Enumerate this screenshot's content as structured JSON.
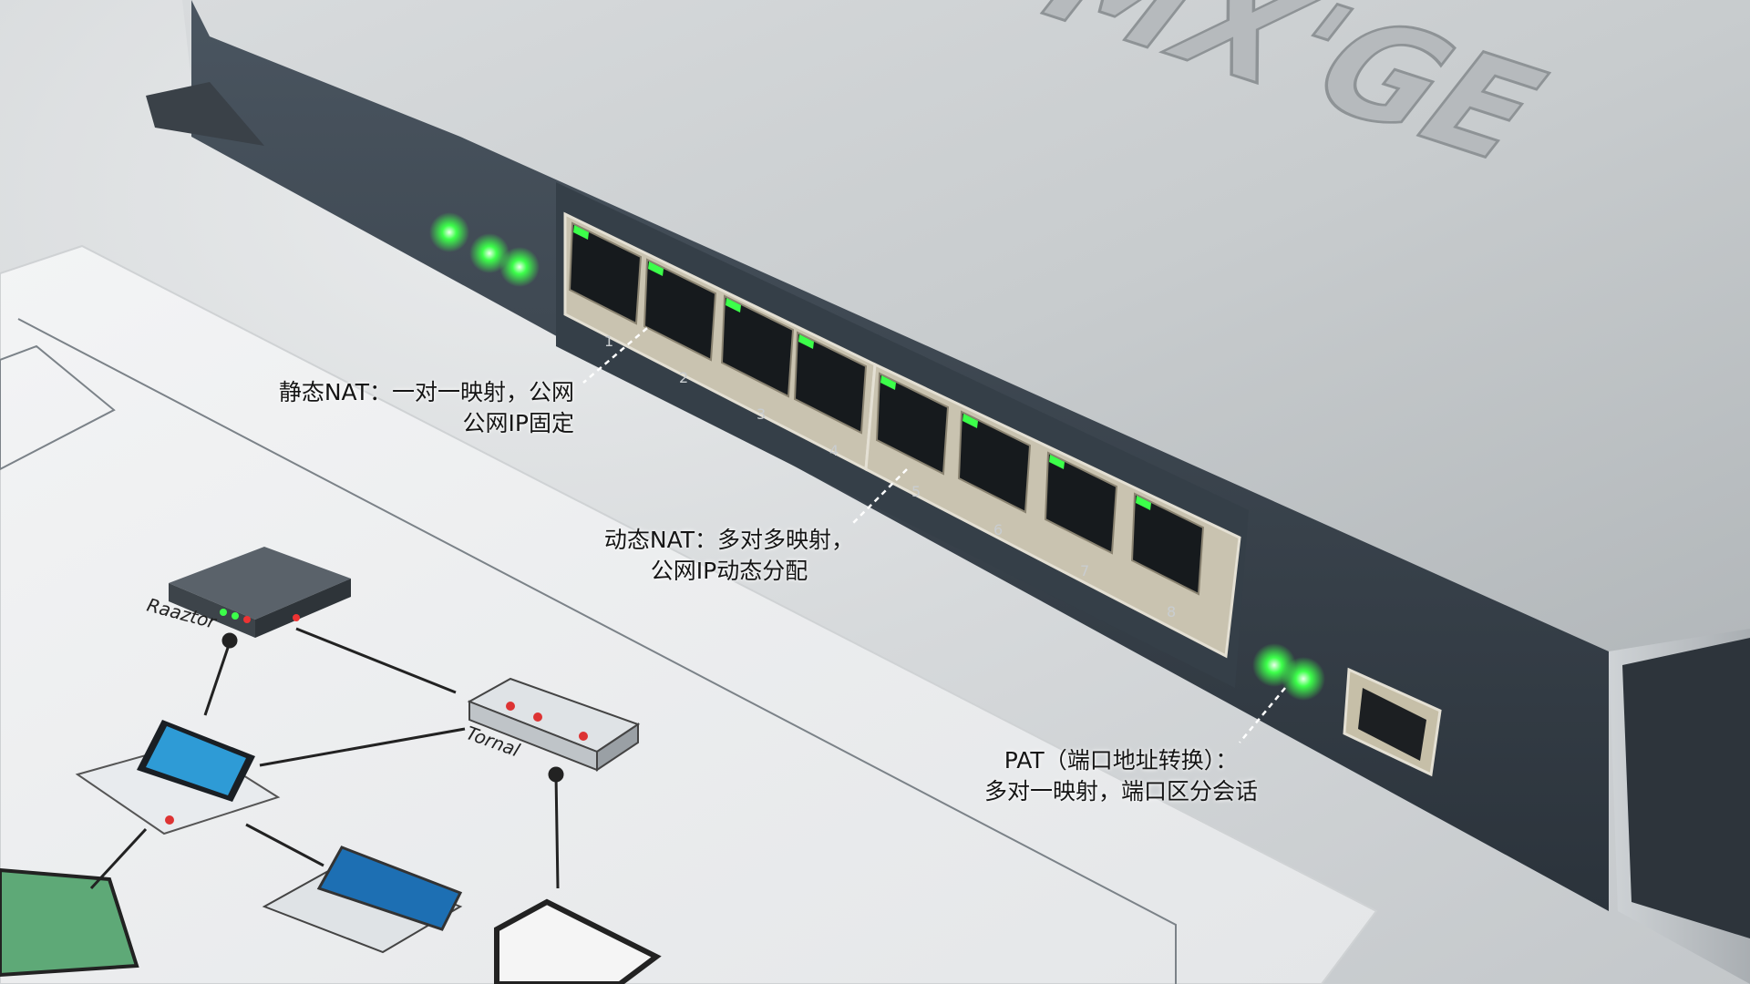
{
  "callouts": {
    "static_nat": {
      "line1": "静态NAT：一对一映射，公网",
      "line2": "公网IP固定"
    },
    "dynamic_nat": {
      "line1": "动态NAT：多对多映射，",
      "line2": "公网IP动态分配"
    },
    "pat": {
      "line1": "PAT（端口地址转换）：",
      "line2": "多对一映射，端口区分会话"
    }
  },
  "device": {
    "brand_mark": "MX'GE",
    "port_numbers": [
      "1",
      "2",
      "3",
      "4",
      "5",
      "6",
      "7",
      "8"
    ],
    "led_color": "#3cff4a",
    "chassis_color": "#c9cdd0"
  },
  "diagram": {
    "router_label": "Raaztor",
    "terminal_label": "Tornal"
  }
}
